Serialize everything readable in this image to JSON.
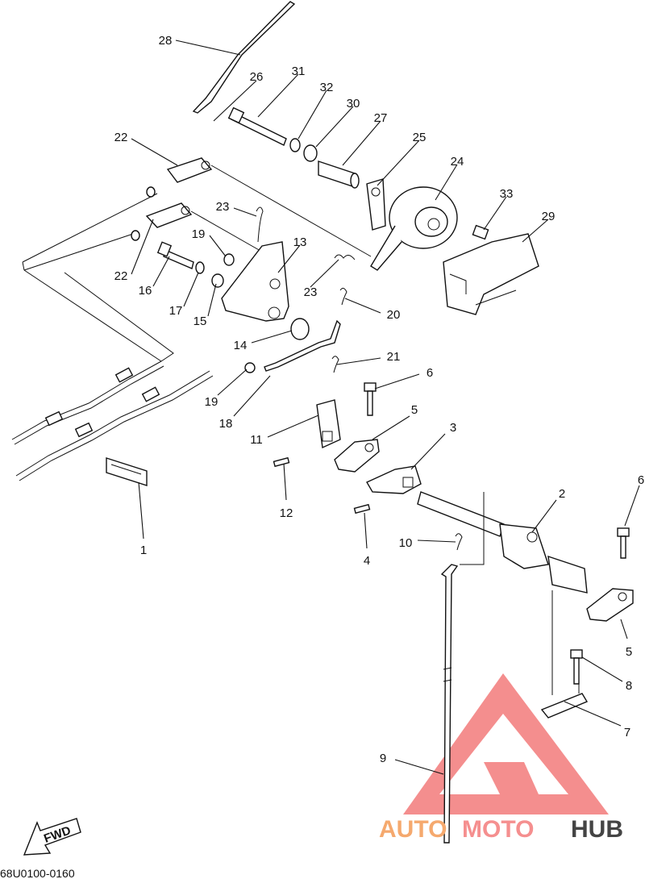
{
  "diagram": {
    "callouts": [
      "28",
      "26",
      "31",
      "32",
      "30",
      "27",
      "25",
      "24",
      "22",
      "23",
      "19",
      "13",
      "33",
      "29",
      "22",
      "16",
      "17",
      "15",
      "23",
      "20",
      "14",
      "21",
      "19",
      "6",
      "18",
      "5",
      "3",
      "11",
      "12",
      "4",
      "10",
      "2",
      "6",
      "1",
      "5",
      "8",
      "7",
      "9"
    ],
    "fwd_label": "FWD",
    "drawing_code": "68U0100-0160"
  },
  "watermark": {
    "word_1": "AUTO",
    "word_2": "MOTO",
    "word_3": "HUB",
    "color_1": "#f5a96e",
    "color_2": "#f58f8f",
    "color_3": "#444444",
    "logo_color": "#f27a7a"
  }
}
